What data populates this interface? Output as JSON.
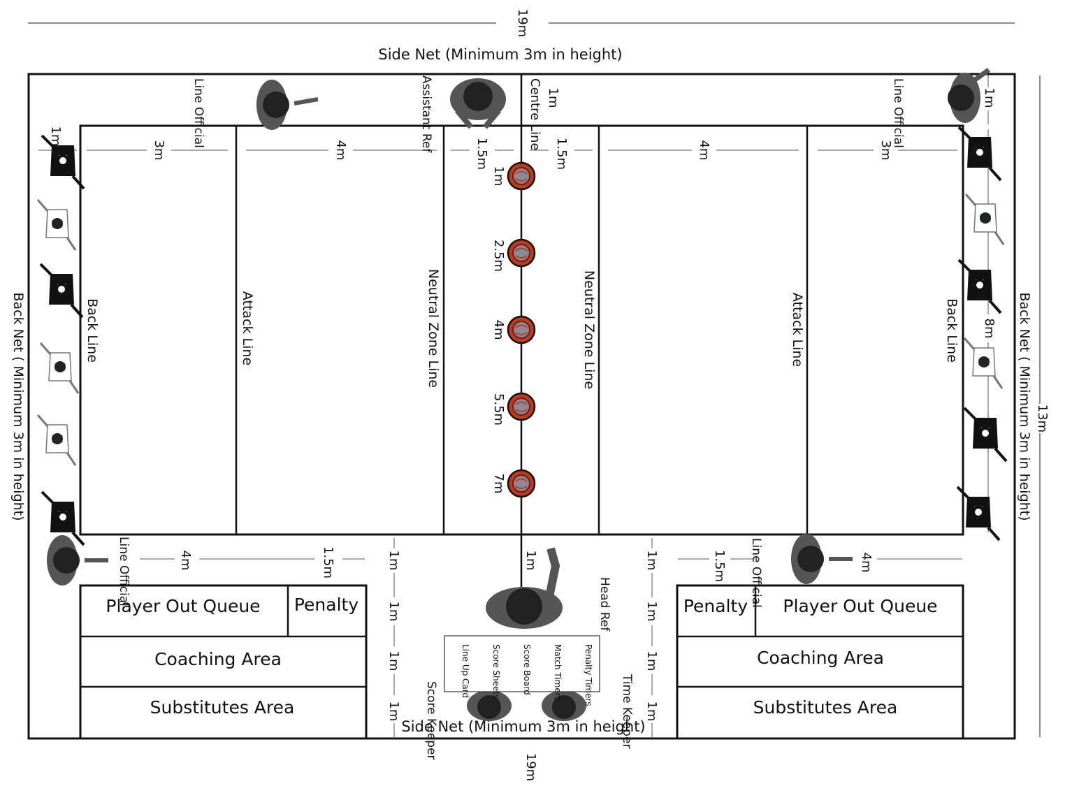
{
  "overall": {
    "width": "19m",
    "width_bottom": "19m",
    "height": "13m"
  },
  "nets": {
    "top": "Side Net (Minimum 3m in height)",
    "bottom": "Side Net (Minimum 3m in height)",
    "left": "Back Net ( Minimum 3m in height)",
    "right": "Back Net ( Minimum 3m in height)"
  },
  "lines": {
    "back_left": "Back Line",
    "attack_left": "Attack Line",
    "neutral_left": "Neutral Zone Line",
    "neutral_right": "Neutral Zone Line",
    "attack_right": "Attack Line",
    "back_right": "Back Line"
  },
  "zone_dims": {
    "back_left": "3m",
    "attack_left": "4m",
    "neutral_left": "1.5m",
    "neutral_right": "1.5m",
    "attack_right": "4m",
    "back_right": "3m",
    "top_margin": "1m",
    "top_margin_right": "1m",
    "left_margin": "1m",
    "right_side": "8m",
    "centre_line": "1m"
  },
  "centre": {
    "line": "Centre Line",
    "top_gap": "1m"
  },
  "balls": [
    "1m",
    "2.5m",
    "4m",
    "5.5m",
    "7m"
  ],
  "officials": {
    "line_official_top_left": "Line Official",
    "assistant_ref": "Assistant Ref",
    "line_official_top_right": "Line Official",
    "line_official_bottom_left": "Line Official",
    "line_official_bottom_right": "Line Official",
    "head_ref": "Head Ref",
    "score_keeper": "Score Keeper",
    "time_keeper": "Time Keeper"
  },
  "bottom_dims": {
    "left_4m": "4m",
    "left_1_5m": "1.5m",
    "right_4m": "4m",
    "right_1_5m": "1.5m",
    "head_ref_gap": "1m",
    "left_ladder": [
      "1m",
      "1m",
      "1m",
      "1m"
    ],
    "right_ladder": [
      "1m",
      "1m",
      "1m",
      "1m"
    ]
  },
  "table_items": [
    "Penalty Timers",
    "Match Timers",
    "Score Board",
    "Score Sheets",
    "Line Up Card"
  ],
  "left_boxes": {
    "queue": "Player Out Queue",
    "penalty": "Penalty",
    "coaching": "Coaching Area",
    "subs": "Substitutes Area"
  },
  "right_boxes": {
    "queue": "Player Out Queue",
    "penalty": "Penalty",
    "coaching": "Coaching Area",
    "subs": "Substitutes Area"
  },
  "colors": {
    "line": "#111111",
    "ball": "#c0391b",
    "person": "#575757",
    "shirt_blue": "#a8d8f0"
  }
}
